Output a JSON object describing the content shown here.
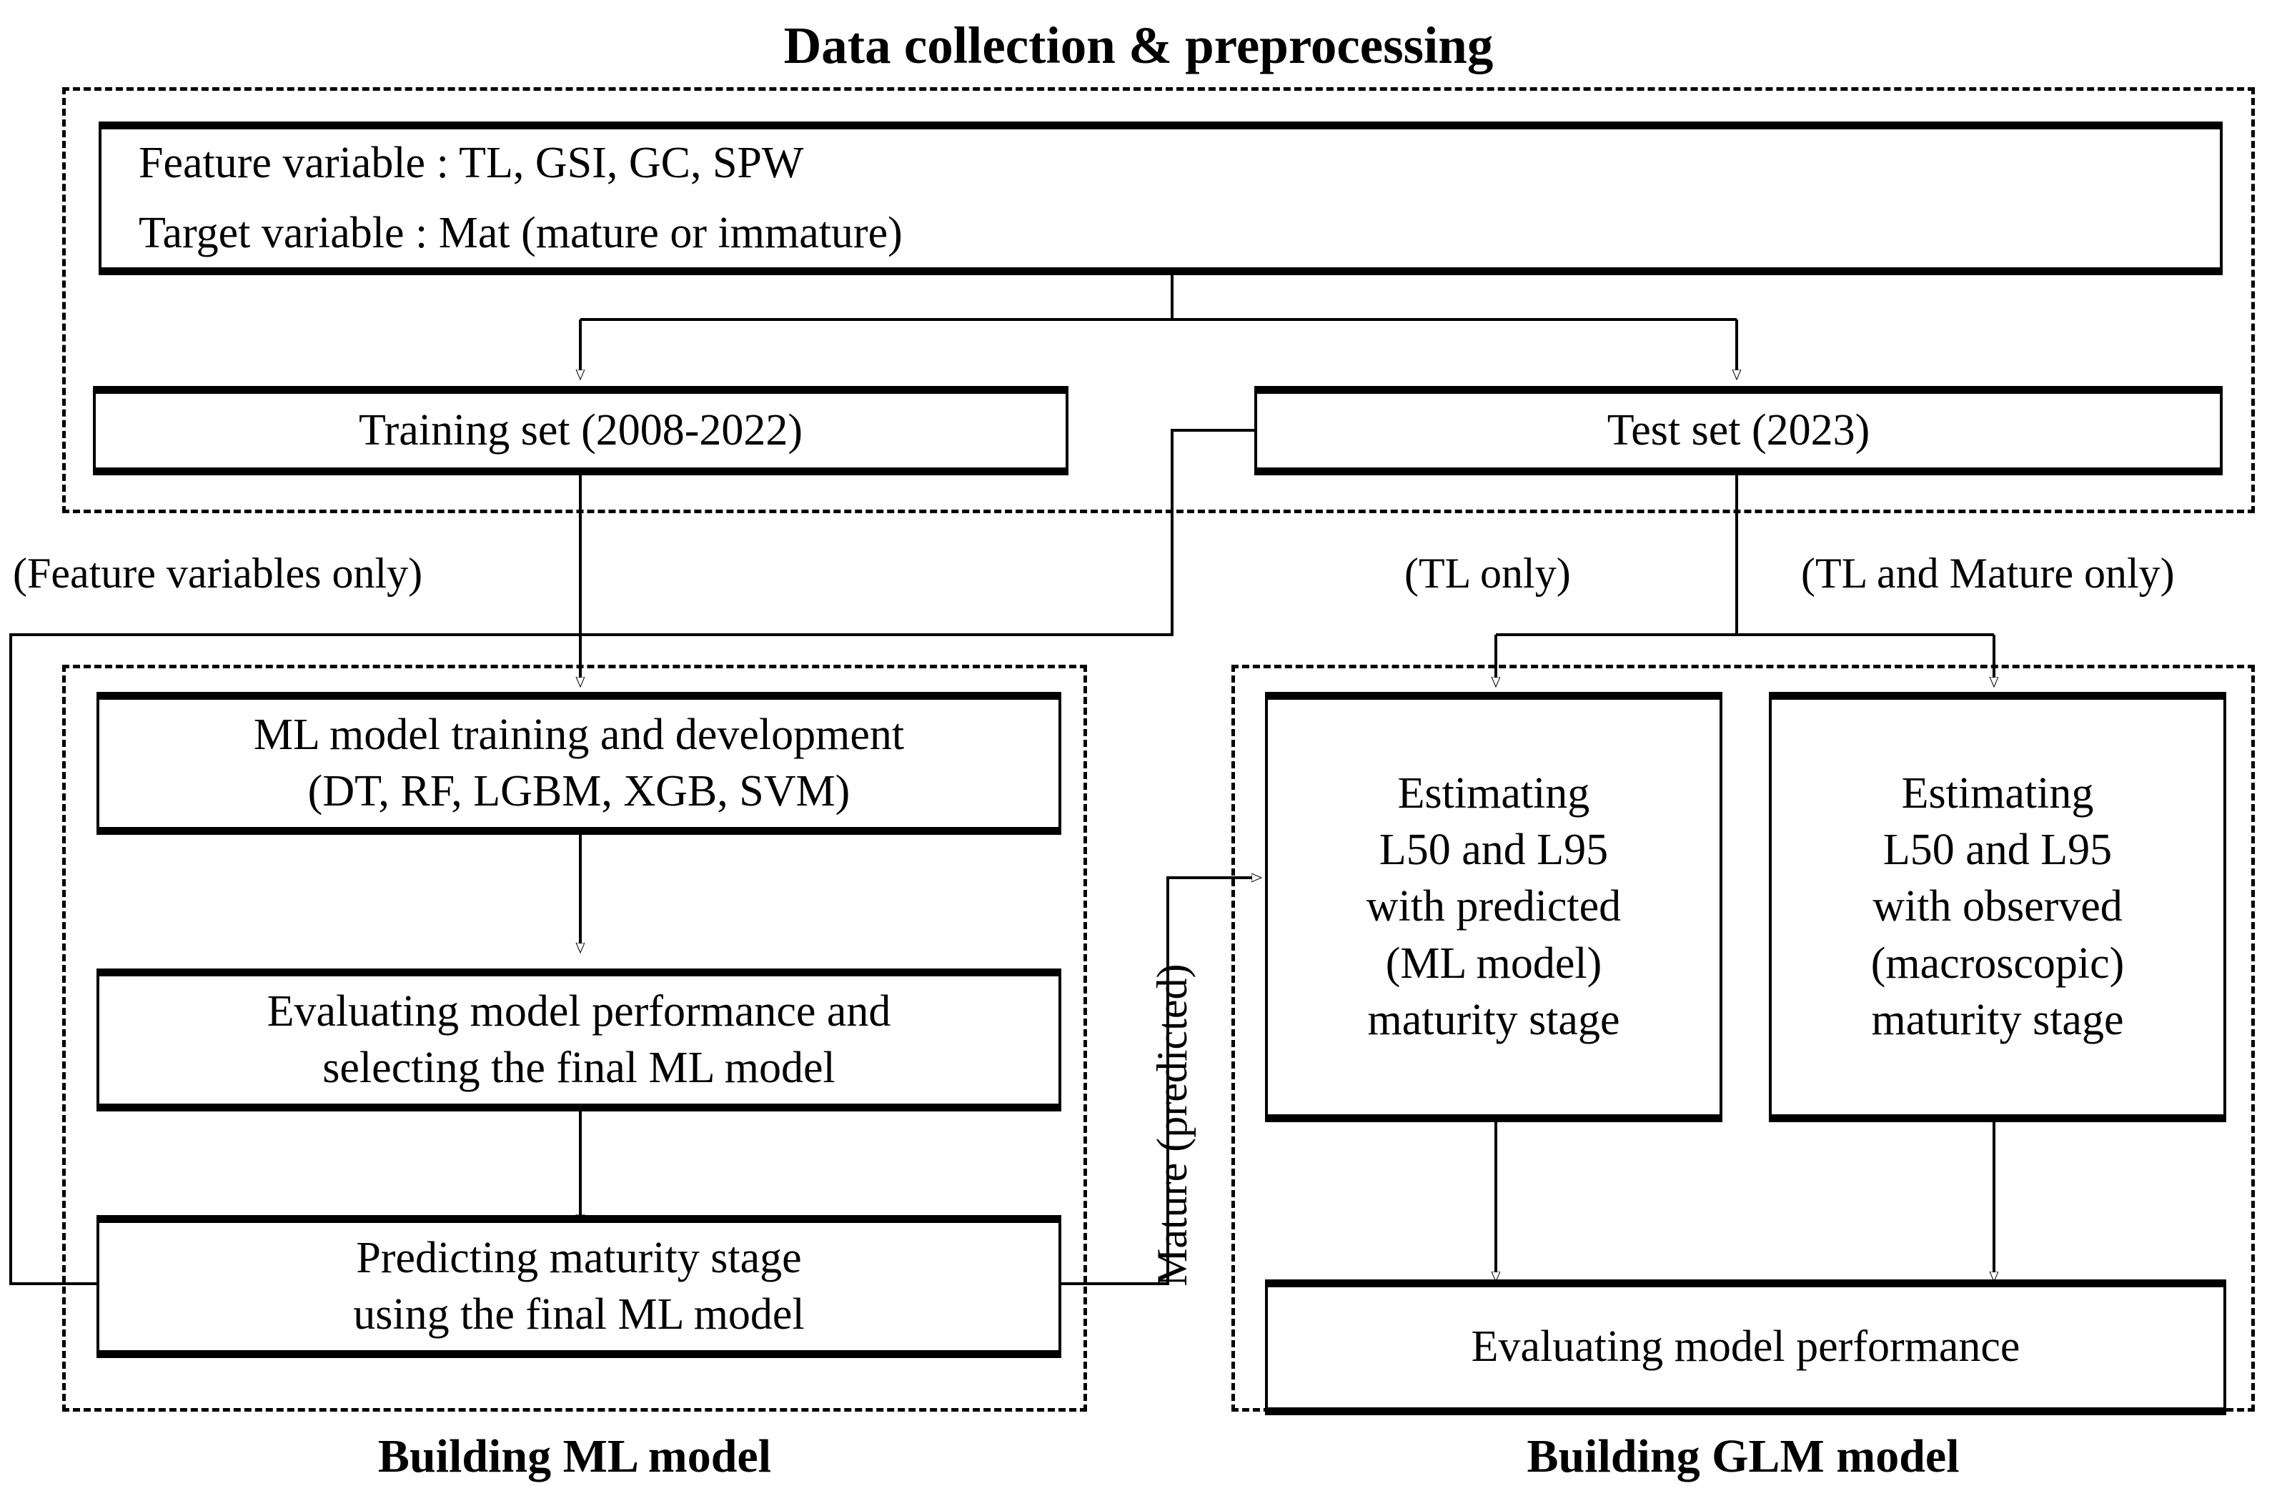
{
  "diagram": {
    "type": "flowchart",
    "title_top": "Data collection & preprocessing",
    "caption_left": "Building ML model",
    "caption_right": "Building GLM model",
    "groups": {
      "data": {
        "label": "Data collection & preprocessing"
      },
      "ml": {
        "label": "Building ML model"
      },
      "glm": {
        "label": "Building GLM model"
      }
    },
    "nodes": {
      "variables": {
        "line1": "Feature variable : TL, GSI, GC, SPW",
        "line2": "Target variable : Mat (mature or immature)"
      },
      "training_set": {
        "label": "Training set (2008-2022)"
      },
      "test_set": {
        "label": "Test set (2023)"
      },
      "ml_train": {
        "line1": "ML model training and development",
        "line2": "(DT, RF, LGBM, XGB, SVM)"
      },
      "ml_eval": {
        "line1": "Evaluating model performance and",
        "line2": "selecting the final ML model"
      },
      "ml_predict": {
        "line1": "Predicting maturity stage",
        "line2": "using the final ML model"
      },
      "glm_predicted": {
        "line1": "Estimating",
        "line2": "L50 and L95",
        "line3": "with predicted",
        "line4": "(ML model)",
        "line5": "maturity stage"
      },
      "glm_observed": {
        "line1": "Estimating",
        "line2": "L50 and L95",
        "line3": "with observed",
        "line4": "(macroscopic)",
        "line5": "maturity stage"
      },
      "glm_eval": {
        "label": "Evaluating model performance"
      }
    },
    "edge_labels": {
      "feature_variables_only": "(Feature variables only)",
      "tl_only": "(TL only)",
      "tl_and_mature_only": "(TL and Mature only)",
      "mature_predicted": "Mature (predicted)"
    },
    "colors": {
      "stroke": "#000000",
      "background": "#ffffff",
      "text": "#000000"
    }
  }
}
